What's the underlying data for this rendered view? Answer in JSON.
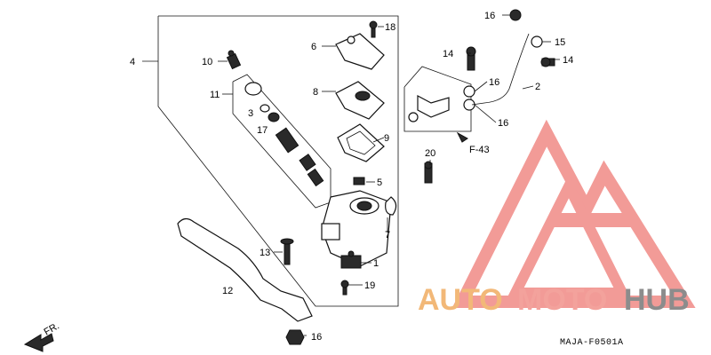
{
  "diagram": {
    "callouts": [
      "1",
      "2",
      "3",
      "4",
      "5",
      "6",
      "7",
      "8",
      "9",
      "10",
      "11",
      "12",
      "13",
      "14",
      "14",
      "15",
      "16",
      "16",
      "16",
      "16",
      "17",
      "18",
      "19",
      "20"
    ],
    "reference_label": "F-43",
    "direction_label": "FR.",
    "diagram_code": "MAJA-F0501A"
  },
  "watermark": {
    "brand_part1": "AUTO",
    "brand_part2": "MOTO",
    "brand_part3": "HUB",
    "colors": {
      "logo_red": "#f08a86",
      "auto": "#f2b878",
      "moto": "#f3a29c",
      "hub": "#8c8c8c"
    }
  }
}
